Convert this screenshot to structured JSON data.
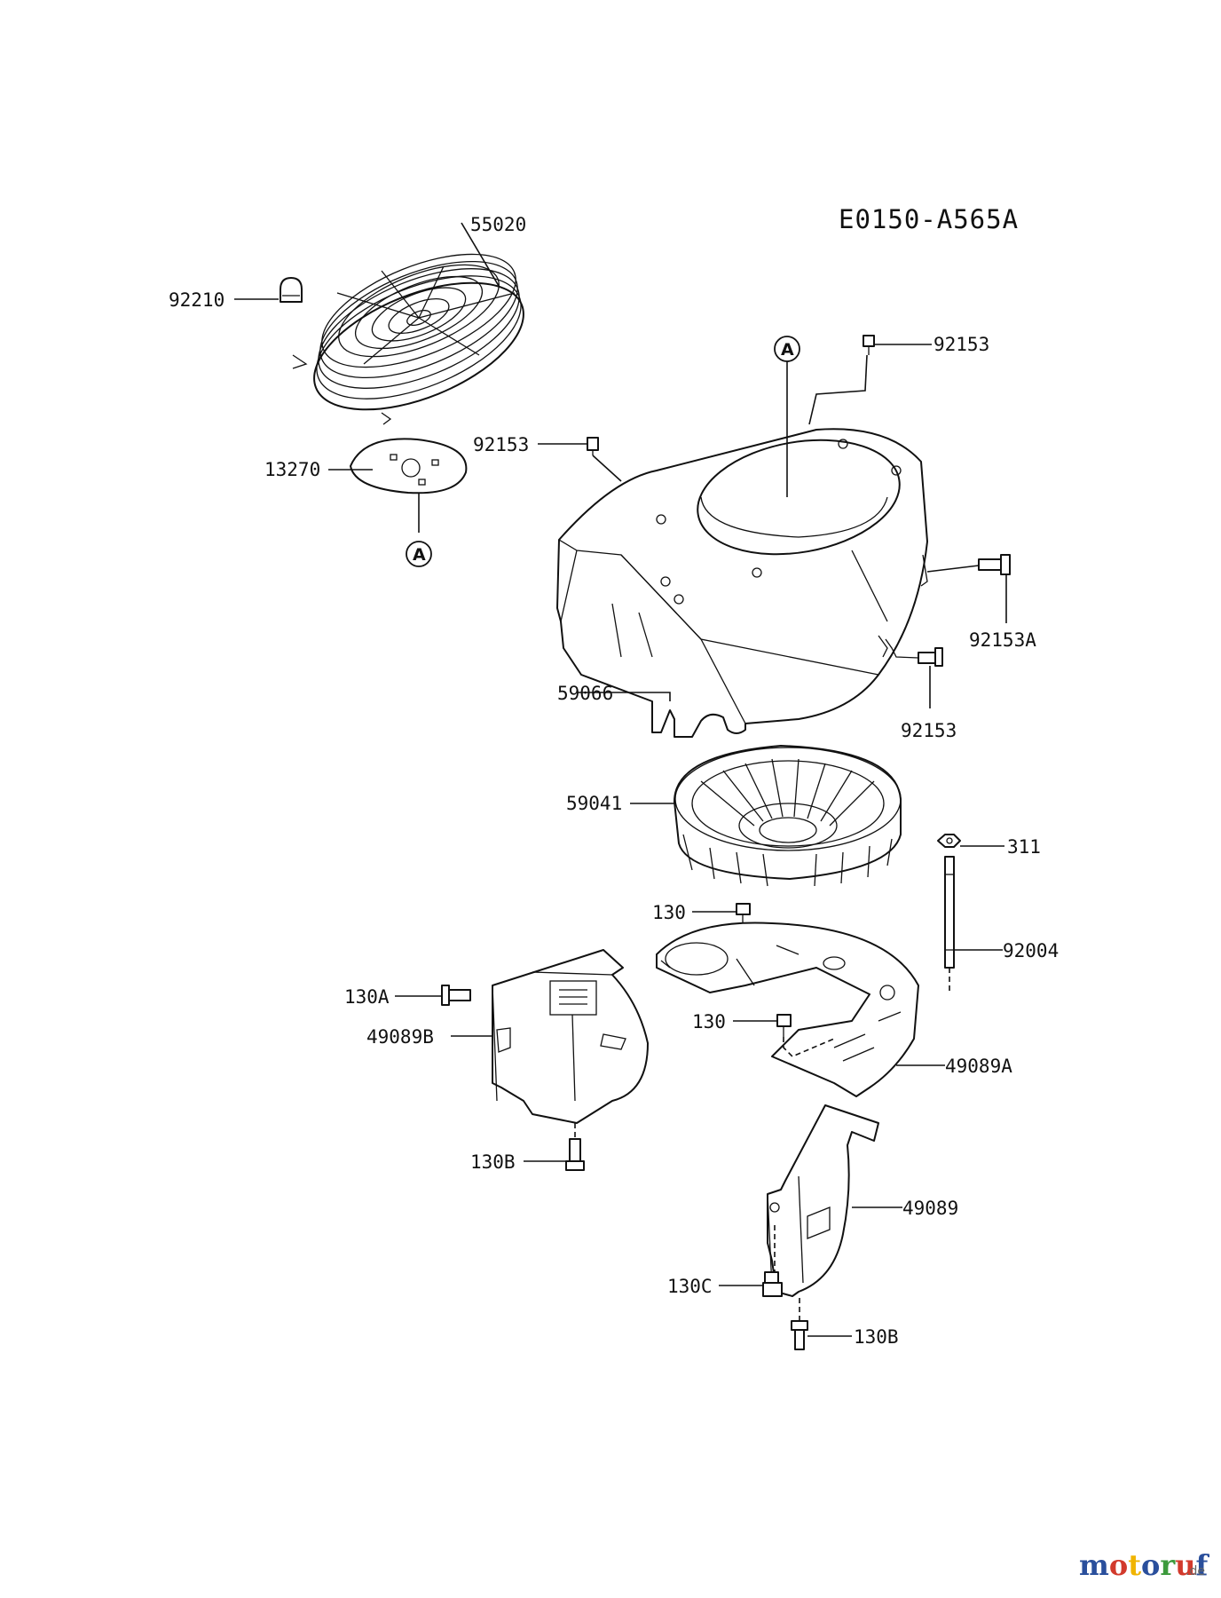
{
  "diagram_code": "E0150-A565A",
  "part_labels": {
    "p55020": "55020",
    "p92210": "92210",
    "p13270": "13270",
    "p92153_top": "92153",
    "p92153_left": "92153",
    "p92153A": "92153A",
    "p92153_right": "92153",
    "p59066": "59066",
    "p59041": "59041",
    "p311": "311",
    "p130_upper": "130",
    "p92004": "92004",
    "p130A": "130A",
    "p49089B": "49089B",
    "p130_lower": "130",
    "p49089A": "49089A",
    "p130B_left": "130B",
    "p49089": "49089",
    "p130C": "130C",
    "p130B_right": "130B"
  },
  "callouts": {
    "a_top": "A",
    "a_bottom": "A"
  },
  "watermark": {
    "brand": "motoruf",
    "suffix": ".de",
    "colors": {
      "m": "#2a4f9c",
      "o1": "#d23a2c",
      "t": "#f0b400",
      "o2": "#2a4f9c",
      "r": "#3c9a3c",
      "u": "#d23a2c",
      "f": "#2a4f9c"
    }
  }
}
